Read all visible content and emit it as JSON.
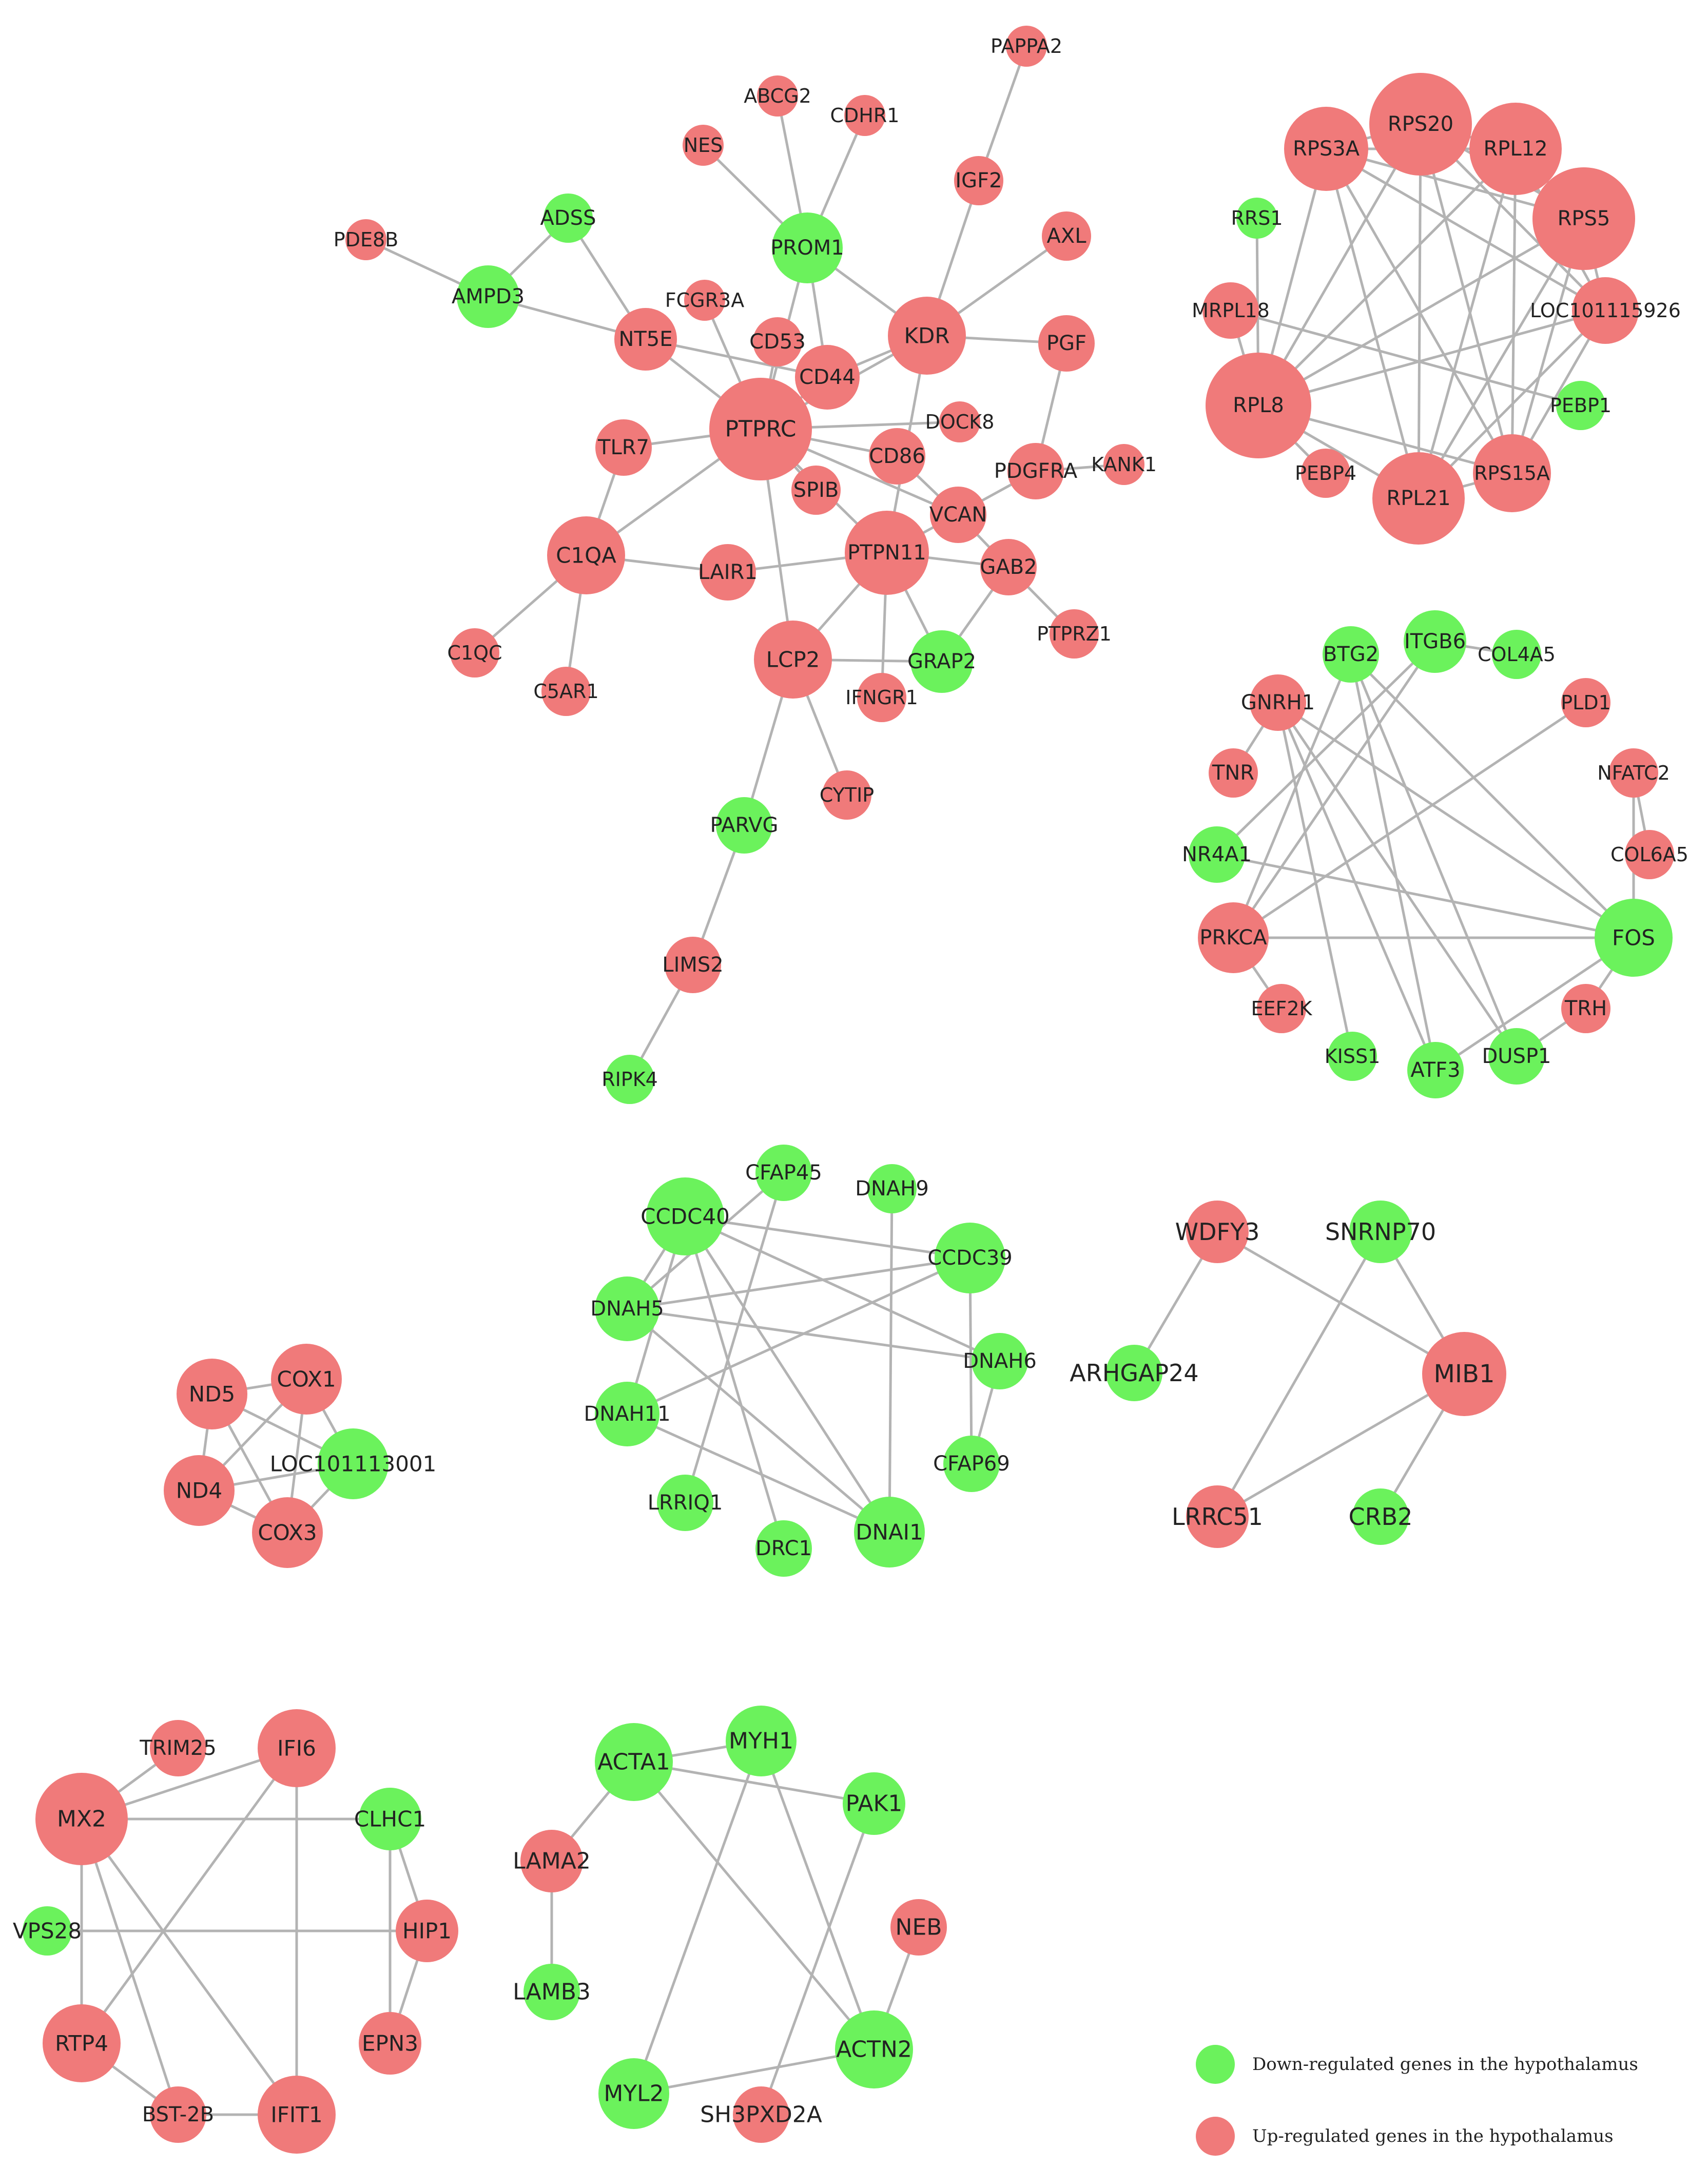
{
  "colors": {
    "down": "#6bf25c",
    "up": "#f07a7a",
    "edge": "#b3b3b3"
  },
  "legend": {
    "down_label": "Down-regulated genes in the hypothalamus",
    "up_label": "Up-regulated genes in the hypothalamus"
  },
  "nodes": [
    {
      "id": "PAPPA2",
      "reg": "up"
    },
    {
      "id": "ABCG2",
      "reg": "up"
    },
    {
      "id": "CDHR1",
      "reg": "up"
    },
    {
      "id": "NES",
      "reg": "up"
    },
    {
      "id": "IGF2",
      "reg": "up"
    },
    {
      "id": "ADSS",
      "reg": "down"
    },
    {
      "id": "PROM1",
      "reg": "down"
    },
    {
      "id": "AXL",
      "reg": "up"
    },
    {
      "id": "PDE8B",
      "reg": "up"
    },
    {
      "id": "AMPD3",
      "reg": "down"
    },
    {
      "id": "FCGR3A",
      "reg": "up"
    },
    {
      "id": "NT5E",
      "reg": "up"
    },
    {
      "id": "CD53",
      "reg": "up"
    },
    {
      "id": "KDR",
      "reg": "up"
    },
    {
      "id": "PGF",
      "reg": "up"
    },
    {
      "id": "CD44",
      "reg": "up"
    },
    {
      "id": "PTPRC",
      "reg": "up"
    },
    {
      "id": "DOCK8",
      "reg": "up"
    },
    {
      "id": "TLR7",
      "reg": "up"
    },
    {
      "id": "CD86",
      "reg": "up"
    },
    {
      "id": "KANK1",
      "reg": "up"
    },
    {
      "id": "PDGFRA",
      "reg": "up"
    },
    {
      "id": "SPIB",
      "reg": "up"
    },
    {
      "id": "VCAN",
      "reg": "up"
    },
    {
      "id": "C1QA",
      "reg": "up"
    },
    {
      "id": "LAIR1",
      "reg": "up"
    },
    {
      "id": "PTPN11",
      "reg": "up"
    },
    {
      "id": "GAB2",
      "reg": "up"
    },
    {
      "id": "PTPRZ1",
      "reg": "up"
    },
    {
      "id": "C1QC",
      "reg": "up"
    },
    {
      "id": "LCP2",
      "reg": "up"
    },
    {
      "id": "GRAP2",
      "reg": "down"
    },
    {
      "id": "C5AR1",
      "reg": "up"
    },
    {
      "id": "IFNGR1",
      "reg": "up"
    },
    {
      "id": "CYTIP",
      "reg": "up"
    },
    {
      "id": "PARVG",
      "reg": "down"
    },
    {
      "id": "LIMS2",
      "reg": "up"
    },
    {
      "id": "RIPK4",
      "reg": "down"
    },
    {
      "id": "RPS20",
      "reg": "up"
    },
    {
      "id": "RPS3A",
      "reg": "up"
    },
    {
      "id": "RPL12",
      "reg": "up"
    },
    {
      "id": "RRS1",
      "reg": "down"
    },
    {
      "id": "RPS5",
      "reg": "up"
    },
    {
      "id": "MRPL18",
      "reg": "up"
    },
    {
      "id": "LOC101115926",
      "reg": "up"
    },
    {
      "id": "RPL8",
      "reg": "up"
    },
    {
      "id": "PEBP1",
      "reg": "down"
    },
    {
      "id": "PEBP4",
      "reg": "up"
    },
    {
      "id": "RPS15A",
      "reg": "up"
    },
    {
      "id": "RPL21",
      "reg": "up"
    },
    {
      "id": "BTG2",
      "reg": "down"
    },
    {
      "id": "ITGB6",
      "reg": "down"
    },
    {
      "id": "COL4A5",
      "reg": "down"
    },
    {
      "id": "GNRH1",
      "reg": "up"
    },
    {
      "id": "PLD1",
      "reg": "up"
    },
    {
      "id": "TNR",
      "reg": "up"
    },
    {
      "id": "NFATC2",
      "reg": "up"
    },
    {
      "id": "NR4A1",
      "reg": "down"
    },
    {
      "id": "COL6A5",
      "reg": "up"
    },
    {
      "id": "PRKCA",
      "reg": "up"
    },
    {
      "id": "FOS",
      "reg": "down"
    },
    {
      "id": "EEF2K",
      "reg": "up"
    },
    {
      "id": "TRH",
      "reg": "up"
    },
    {
      "id": "KISS1",
      "reg": "down"
    },
    {
      "id": "ATF3",
      "reg": "down"
    },
    {
      "id": "DUSP1",
      "reg": "down"
    },
    {
      "id": "CFAP45",
      "reg": "down"
    },
    {
      "id": "DNAH9",
      "reg": "down"
    },
    {
      "id": "CCDC40",
      "reg": "down"
    },
    {
      "id": "CCDC39",
      "reg": "down"
    },
    {
      "id": "DNAH5",
      "reg": "down"
    },
    {
      "id": "DNAH6",
      "reg": "down"
    },
    {
      "id": "DNAH11",
      "reg": "down"
    },
    {
      "id": "CFAP69",
      "reg": "down"
    },
    {
      "id": "LRRIQ1",
      "reg": "down"
    },
    {
      "id": "DRC1",
      "reg": "down"
    },
    {
      "id": "DNAI1",
      "reg": "down"
    },
    {
      "id": "WDFY3",
      "reg": "up"
    },
    {
      "id": "SNRNP70",
      "reg": "down"
    },
    {
      "id": "ARHGAP24",
      "reg": "down"
    },
    {
      "id": "MIB1",
      "reg": "up"
    },
    {
      "id": "LRRC51",
      "reg": "up"
    },
    {
      "id": "CRB2",
      "reg": "down"
    },
    {
      "id": "ND5",
      "reg": "up"
    },
    {
      "id": "COX1",
      "reg": "up"
    },
    {
      "id": "LOC101113001",
      "reg": "down"
    },
    {
      "id": "ND4",
      "reg": "up"
    },
    {
      "id": "COX3",
      "reg": "up"
    },
    {
      "id": "TRIM25",
      "reg": "up"
    },
    {
      "id": "IFI6",
      "reg": "up"
    },
    {
      "id": "MX2",
      "reg": "up"
    },
    {
      "id": "CLHC1",
      "reg": "down"
    },
    {
      "id": "VPS28",
      "reg": "down"
    },
    {
      "id": "HIP1",
      "reg": "up"
    },
    {
      "id": "RTP4",
      "reg": "up"
    },
    {
      "id": "EPN3",
      "reg": "up"
    },
    {
      "id": "BST-2B",
      "reg": "up"
    },
    {
      "id": "IFIT1",
      "reg": "up"
    },
    {
      "id": "ACTA1",
      "reg": "down"
    },
    {
      "id": "MYH1",
      "reg": "down"
    },
    {
      "id": "PAK1",
      "reg": "down"
    },
    {
      "id": "LAMA2",
      "reg": "up"
    },
    {
      "id": "NEB",
      "reg": "up"
    },
    {
      "id": "LAMB3",
      "reg": "down"
    },
    {
      "id": "ACTN2",
      "reg": "down"
    },
    {
      "id": "MYL2",
      "reg": "down"
    },
    {
      "id": "SH3PXD2A",
      "reg": "up"
    }
  ],
  "edges": [
    [
      "PAPPA2",
      "IGF2"
    ],
    [
      "IGF2",
      "KDR"
    ],
    [
      "ABCG2",
      "PROM1"
    ],
    [
      "CDHR1",
      "PROM1"
    ],
    [
      "NES",
      "PROM1"
    ],
    [
      "PROM1",
      "KDR"
    ],
    [
      "PROM1",
      "CD44"
    ],
    [
      "PROM1",
      "PTPRC"
    ],
    [
      "AXL",
      "KDR"
    ],
    [
      "KDR",
      "PGF"
    ],
    [
      "KDR",
      "CD44"
    ],
    [
      "KDR",
      "PTPRC"
    ],
    [
      "KDR",
      "PTPN11"
    ],
    [
      "PDE8B",
      "AMPD3"
    ],
    [
      "ADSS",
      "AMPD3"
    ],
    [
      "ADSS",
      "NT5E"
    ],
    [
      "AMPD3",
      "NT5E"
    ],
    [
      "NT5E",
      "CD44"
    ],
    [
      "NT5E",
      "PTPRC"
    ],
    [
      "FCGR3A",
      "PTPRC"
    ],
    [
      "CD53",
      "PTPRC"
    ],
    [
      "CD44",
      "PTPRC"
    ],
    [
      "PTPRC",
      "TLR7"
    ],
    [
      "PTPRC",
      "DOCK8"
    ],
    [
      "PTPRC",
      "CD86"
    ],
    [
      "PTPRC",
      "SPIB"
    ],
    [
      "PTPRC",
      "C1QA"
    ],
    [
      "PTPRC",
      "LCP2"
    ],
    [
      "PTPRC",
      "PTPN11"
    ],
    [
      "PTPRC",
      "VCAN"
    ],
    [
      "PGF",
      "PDGFRA"
    ],
    [
      "PDGFRA",
      "KANK1"
    ],
    [
      "PDGFRA",
      "PTPN11"
    ],
    [
      "CD86",
      "VCAN"
    ],
    [
      "VCAN",
      "GAB2"
    ],
    [
      "C1QA",
      "LAIR1"
    ],
    [
      "LAIR1",
      "PTPN11"
    ],
    [
      "PTPN11",
      "GAB2"
    ],
    [
      "PTPN11",
      "LCP2"
    ],
    [
      "PTPN11",
      "GRAP2"
    ],
    [
      "PTPN11",
      "IFNGR1"
    ],
    [
      "GAB2",
      "PTPRZ1"
    ],
    [
      "GAB2",
      "GRAP2"
    ],
    [
      "C1QA",
      "C1QC"
    ],
    [
      "C1QA",
      "C5AR1"
    ],
    [
      "C1QA",
      "TLR7"
    ],
    [
      "LCP2",
      "GRAP2"
    ],
    [
      "LCP2",
      "CYTIP"
    ],
    [
      "LCP2",
      "PARVG"
    ],
    [
      "PARVG",
      "LIMS2"
    ],
    [
      "LIMS2",
      "RIPK4"
    ],
    [
      "RPS3A",
      "RPS20"
    ],
    [
      "RPS3A",
      "RPL12"
    ],
    [
      "RPS3A",
      "RPS5"
    ],
    [
      "RPS3A",
      "LOC101115926"
    ],
    [
      "RPS3A",
      "RPL8"
    ],
    [
      "RPS3A",
      "RPS15A"
    ],
    [
      "RPS3A",
      "RPL21"
    ],
    [
      "RPS20",
      "RPL12"
    ],
    [
      "RPS20",
      "RPS5"
    ],
    [
      "RPS20",
      "LOC101115926"
    ],
    [
      "RPS20",
      "RPL8"
    ],
    [
      "RPS20",
      "RPS15A"
    ],
    [
      "RPS20",
      "RPL21"
    ],
    [
      "RPL12",
      "RPS5"
    ],
    [
      "RPL12",
      "LOC101115926"
    ],
    [
      "RPL12",
      "RPL8"
    ],
    [
      "RPL12",
      "RPS15A"
    ],
    [
      "RPL12",
      "RPL21"
    ],
    [
      "RPS5",
      "LOC101115926"
    ],
    [
      "RPS5",
      "RPL8"
    ],
    [
      "RPS5",
      "RPS15A"
    ],
    [
      "RPS5",
      "RPL21"
    ],
    [
      "LOC101115926",
      "RPL8"
    ],
    [
      "LOC101115926",
      "RPS15A"
    ],
    [
      "LOC101115926",
      "RPL21"
    ],
    [
      "RPL8",
      "RPS15A"
    ],
    [
      "RPL8",
      "RPL21"
    ],
    [
      "RPS15A",
      "RPL21"
    ],
    [
      "MRPL18",
      "RPL8"
    ],
    [
      "MRPL18",
      "PEBP1"
    ],
    [
      "RRS1",
      "RPL8"
    ],
    [
      "RPL8",
      "PEBP4"
    ],
    [
      "BTG2",
      "FOS"
    ],
    [
      "BTG2",
      "DUSP1"
    ],
    [
      "BTG2",
      "ATF3"
    ],
    [
      "BTG2",
      "PRKCA"
    ],
    [
      "ITGB6",
      "COL4A5"
    ],
    [
      "ITGB6",
      "PRKCA"
    ],
    [
      "ITGB6",
      "NR4A1"
    ],
    [
      "GNRH1",
      "FOS"
    ],
    [
      "GNRH1",
      "KISS1"
    ],
    [
      "GNRH1",
      "TNR"
    ],
    [
      "GNRH1",
      "DUSP1"
    ],
    [
      "GNRH1",
      "ATF3"
    ],
    [
      "PLD1",
      "PRKCA"
    ],
    [
      "NFATC2",
      "COL6A5"
    ],
    [
      "NFATC2",
      "FOS"
    ],
    [
      "NR4A1",
      "FOS"
    ],
    [
      "PRKCA",
      "FOS"
    ],
    [
      "PRKCA",
      "EEF2K"
    ],
    [
      "FOS",
      "TRH"
    ],
    [
      "FOS",
      "ATF3"
    ],
    [
      "TRH",
      "DUSP1"
    ],
    [
      "CCDC40",
      "CCDC39"
    ],
    [
      "CCDC40",
      "DNAH5"
    ],
    [
      "CCDC40",
      "DNAH11"
    ],
    [
      "CCDC40",
      "DNAI1"
    ],
    [
      "CCDC40",
      "DRC1"
    ],
    [
      "CCDC40",
      "DNAH6"
    ],
    [
      "CFAP45",
      "LRRIQ1"
    ],
    [
      "CFAP45",
      "DNAH5"
    ],
    [
      "DNAH9",
      "DNAI1"
    ],
    [
      "CCDC39",
      "DNAH5"
    ],
    [
      "CCDC39",
      "DNAH11"
    ],
    [
      "CCDC39",
      "CFAP69"
    ],
    [
      "DNAH5",
      "DNAH6"
    ],
    [
      "DNAH5",
      "DNAI1"
    ],
    [
      "DNAH11",
      "DNAI1"
    ],
    [
      "DNAH6",
      "CFAP69"
    ],
    [
      "WDFY3",
      "ARHGAP24"
    ],
    [
      "WDFY3",
      "MIB1"
    ],
    [
      "SNRNP70",
      "MIB1"
    ],
    [
      "SNRNP70",
      "LRRC51"
    ],
    [
      "MIB1",
      "LRRC51"
    ],
    [
      "MIB1",
      "CRB2"
    ],
    [
      "ND5",
      "COX1"
    ],
    [
      "ND5",
      "ND4"
    ],
    [
      "ND5",
      "COX3"
    ],
    [
      "ND5",
      "LOC101113001"
    ],
    [
      "COX1",
      "ND4"
    ],
    [
      "COX1",
      "COX3"
    ],
    [
      "COX1",
      "LOC101113001"
    ],
    [
      "ND4",
      "COX3"
    ],
    [
      "ND4",
      "LOC101113001"
    ],
    [
      "COX3",
      "LOC101113001"
    ],
    [
      "TRIM25",
      "MX2"
    ],
    [
      "IFI6",
      "MX2"
    ],
    [
      "IFI6",
      "RTP4"
    ],
    [
      "IFI6",
      "IFIT1"
    ],
    [
      "MX2",
      "CLHC1"
    ],
    [
      "MX2",
      "RTP4"
    ],
    [
      "MX2",
      "BST-2B"
    ],
    [
      "MX2",
      "IFIT1"
    ],
    [
      "CLHC1",
      "HIP1"
    ],
    [
      "CLHC1",
      "EPN3"
    ],
    [
      "VPS28",
      "HIP1"
    ],
    [
      "HIP1",
      "EPN3"
    ],
    [
      "RTP4",
      "BST-2B"
    ],
    [
      "BST-2B",
      "IFIT1"
    ],
    [
      "ACTA1",
      "MYH1"
    ],
    [
      "ACTA1",
      "PAK1"
    ],
    [
      "ACTA1",
      "LAMA2"
    ],
    [
      "ACTA1",
      "ACTN2"
    ],
    [
      "MYH1",
      "ACTN2"
    ],
    [
      "MYH1",
      "MYL2"
    ],
    [
      "PAK1",
      "SH3PXD2A"
    ],
    [
      "LAMA2",
      "LAMB3"
    ],
    [
      "NEB",
      "ACTN2"
    ],
    [
      "ACTN2",
      "MYL2"
    ]
  ]
}
